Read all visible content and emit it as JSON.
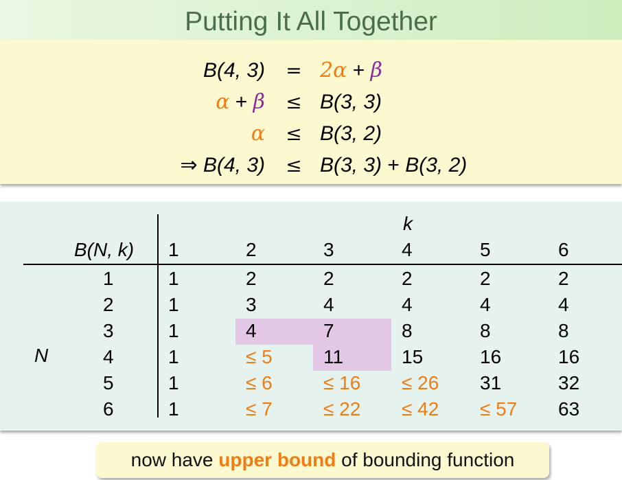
{
  "title": "Putting It All Together",
  "equations": [
    {
      "lhs": "B(4, 3)",
      "rel": "=",
      "rhs_a": "2α",
      "rhs_b": "β"
    },
    {
      "lhs_a": "α",
      "lhs_b": "β",
      "rel": "≤",
      "rhs": "B(3, 3)"
    },
    {
      "lhs": "α",
      "rel": "≤",
      "rhs": "B(3, 2)"
    },
    {
      "lhs_prefix": "⇒",
      "lhs": "B(4, 3)",
      "rel": "≤",
      "rhs_a": "B(3, 3)",
      "rhs_b": "B(3, 2)"
    }
  ],
  "table": {
    "k_label": "k",
    "corner_label": "B(N, k)",
    "n_label": "N",
    "k_values": [
      "1",
      "2",
      "3",
      "4",
      "5",
      "6"
    ],
    "rows": [
      {
        "n": "1",
        "cells": [
          "1",
          "2",
          "2",
          "2",
          "2",
          "2"
        ]
      },
      {
        "n": "2",
        "cells": [
          "1",
          "3",
          "4",
          "4",
          "4",
          "4"
        ]
      },
      {
        "n": "3",
        "cells": [
          "1",
          "4",
          "7",
          "8",
          "8",
          "8"
        ]
      },
      {
        "n": "4",
        "cells": [
          "1",
          "≤ 5",
          "11",
          "15",
          "16",
          "16"
        ]
      },
      {
        "n": "5",
        "cells": [
          "1",
          "≤ 6",
          "≤ 16",
          "≤ 26",
          "31",
          "32"
        ]
      },
      {
        "n": "6",
        "cells": [
          "1",
          "≤ 7",
          "≤ 22",
          "≤ 42",
          "≤ 57",
          "63"
        ]
      }
    ],
    "colors": {
      "bound": "#f07d14",
      "highlight": "#e3c8e6"
    }
  },
  "note": {
    "before": "now have ",
    "emphasis": "upper bound",
    "after": " of bounding function"
  }
}
